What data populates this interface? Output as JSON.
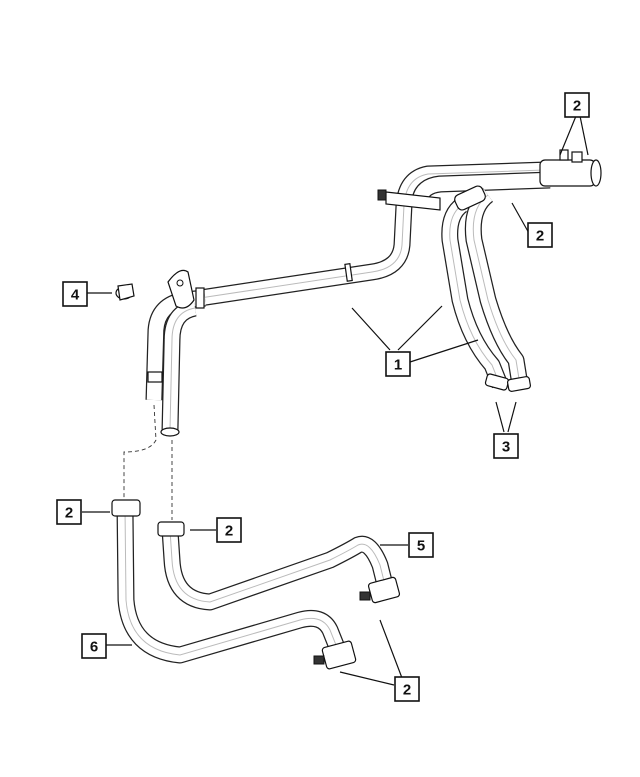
{
  "callouts": [
    {
      "id": "c-2-top",
      "label": "2"
    },
    {
      "id": "c-2-right",
      "label": "2"
    },
    {
      "id": "c-4",
      "label": "4"
    },
    {
      "id": "c-1",
      "label": "1"
    },
    {
      "id": "c-3",
      "label": "3"
    },
    {
      "id": "c-2-left",
      "label": "2"
    },
    {
      "id": "c-2-mid",
      "label": "2"
    },
    {
      "id": "c-5",
      "label": "5"
    },
    {
      "id": "c-6",
      "label": "6"
    },
    {
      "id": "c-2-bottom",
      "label": "2"
    }
  ],
  "colors": {
    "ink": "#111111",
    "background": "#ffffff"
  }
}
